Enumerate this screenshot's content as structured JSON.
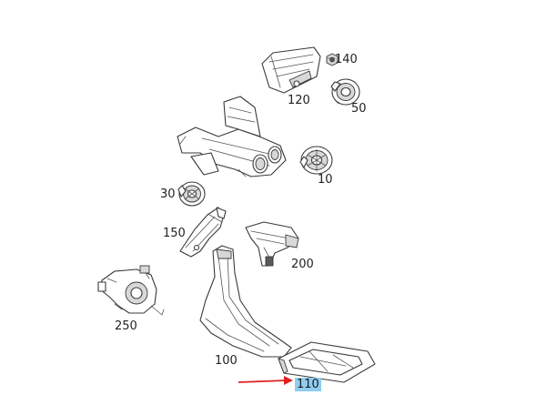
{
  "labels": {
    "l140": "140",
    "l120": "120",
    "l50": "50",
    "l10": "10",
    "l30": "30",
    "l150": "150",
    "l200": "200",
    "l250": "250",
    "l100": "100",
    "l110": "110"
  },
  "highlight": {
    "arrow_color": "#e02020",
    "label_bg": "#8fcdf0"
  }
}
